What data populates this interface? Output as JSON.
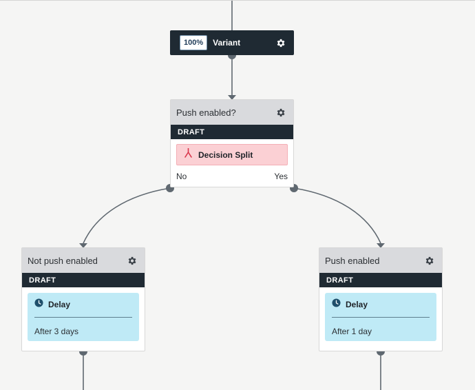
{
  "variant": {
    "percent": "100%",
    "label": "Variant"
  },
  "split_node": {
    "title": "Push enabled?",
    "status": "DRAFT",
    "action": "Decision Split",
    "branch_no": "No",
    "branch_yes": "Yes"
  },
  "left_node": {
    "title": "Not push enabled",
    "status": "DRAFT",
    "action": "Delay",
    "description": "After 3 days"
  },
  "right_node": {
    "title": "Push enabled",
    "status": "DRAFT",
    "action": "Delay",
    "description": "After 1 day"
  },
  "colors": {
    "dark": "#1f2a33",
    "split_chip": "#fbd0d4",
    "delay_chip": "#bfeaf6",
    "connector": "#5f6870"
  },
  "icons": {
    "settings": "gear-icon",
    "split": "fork-icon",
    "delay": "clock-icon"
  }
}
